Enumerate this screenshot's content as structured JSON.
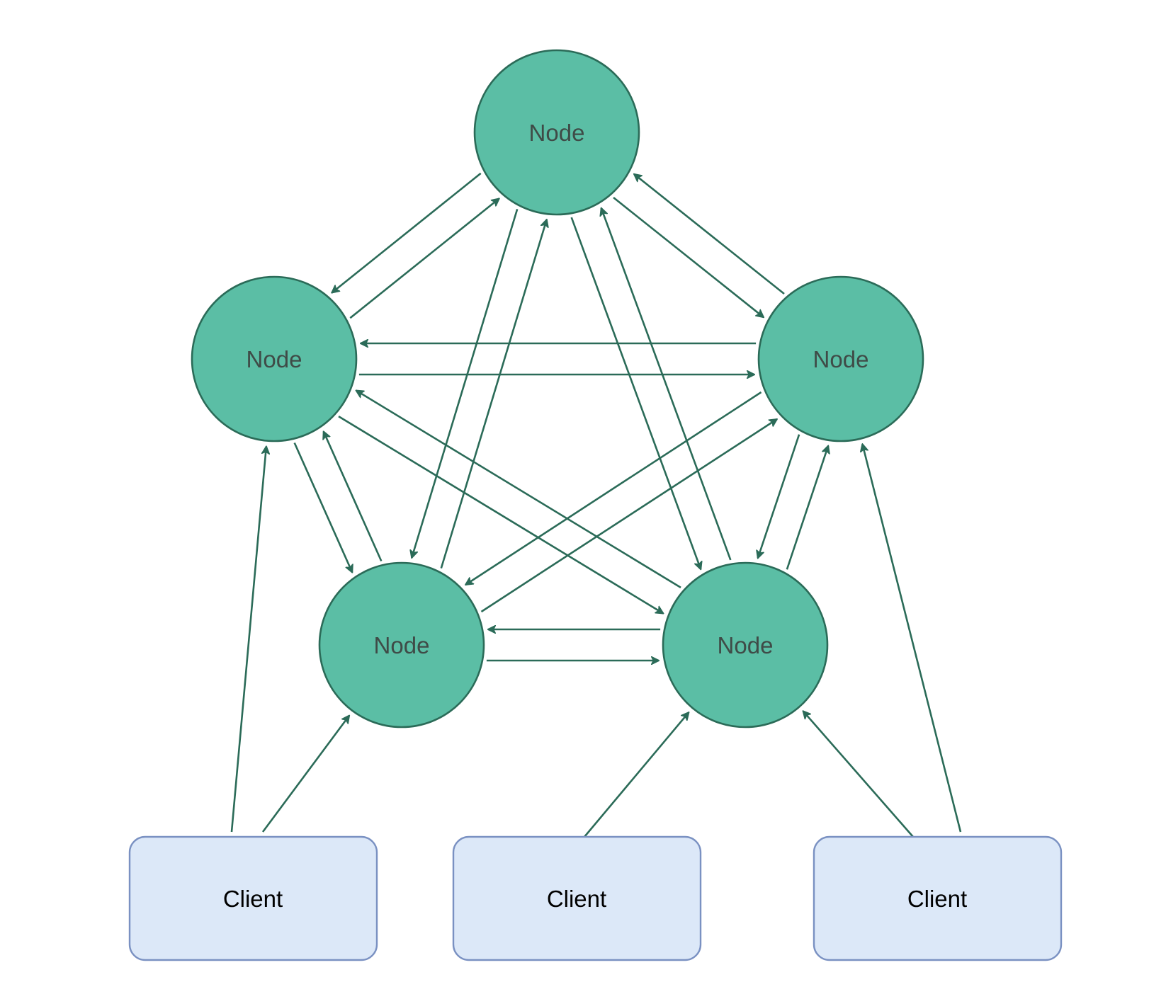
{
  "colors": {
    "node_fill": "#5bbea5",
    "node_stroke": "#2b6b58",
    "edge": "#2b6b58",
    "client_fill": "#dce8f8",
    "client_stroke": "#7a91c2",
    "background": "#ffffff"
  },
  "nodes": [
    {
      "id": "top",
      "label": "Node"
    },
    {
      "id": "left",
      "label": "Node"
    },
    {
      "id": "right",
      "label": "Node"
    },
    {
      "id": "bottom-left",
      "label": "Node"
    },
    {
      "id": "bottom-right",
      "label": "Node"
    }
  ],
  "clients": [
    {
      "id": "client-1",
      "label": "Client"
    },
    {
      "id": "client-2",
      "label": "Client"
    },
    {
      "id": "client-3",
      "label": "Client"
    }
  ],
  "edges": [
    {
      "from": "top",
      "to": "left"
    },
    {
      "from": "left",
      "to": "top"
    },
    {
      "from": "top",
      "to": "right"
    },
    {
      "from": "right",
      "to": "top"
    },
    {
      "from": "left",
      "to": "right"
    },
    {
      "from": "right",
      "to": "left"
    },
    {
      "from": "top",
      "to": "bottom-left"
    },
    {
      "from": "bottom-left",
      "to": "top"
    },
    {
      "from": "top",
      "to": "bottom-right"
    },
    {
      "from": "bottom-right",
      "to": "top"
    },
    {
      "from": "left",
      "to": "bottom-left"
    },
    {
      "from": "bottom-left",
      "to": "left"
    },
    {
      "from": "left",
      "to": "bottom-right"
    },
    {
      "from": "bottom-right",
      "to": "left"
    },
    {
      "from": "right",
      "to": "bottom-left"
    },
    {
      "from": "bottom-left",
      "to": "right"
    },
    {
      "from": "right",
      "to": "bottom-right"
    },
    {
      "from": "bottom-right",
      "to": "right"
    },
    {
      "from": "bottom-left",
      "to": "bottom-right"
    },
    {
      "from": "bottom-right",
      "to": "bottom-left"
    },
    {
      "from": "client-1",
      "to": "left"
    },
    {
      "from": "client-1",
      "to": "bottom-left"
    },
    {
      "from": "client-2",
      "to": "bottom-right"
    },
    {
      "from": "client-3",
      "to": "bottom-right"
    },
    {
      "from": "client-3",
      "to": "right"
    }
  ]
}
